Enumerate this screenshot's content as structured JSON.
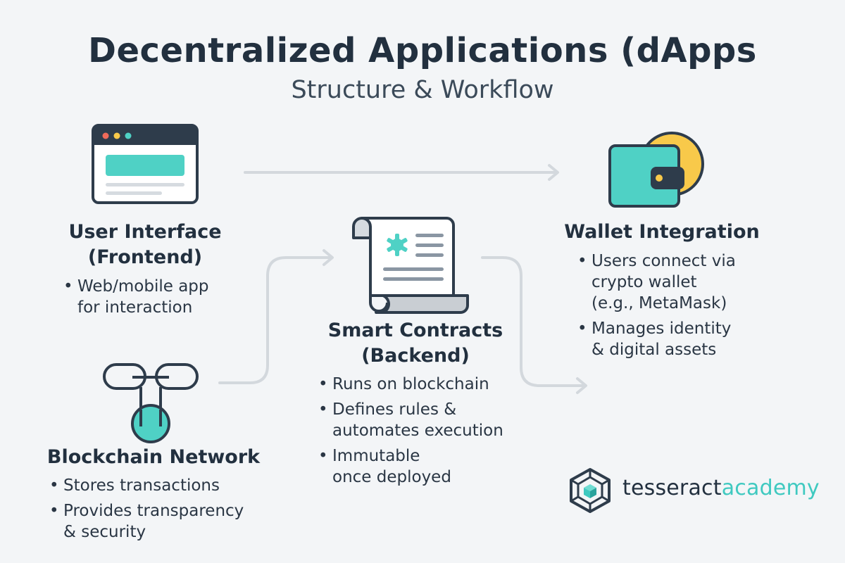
{
  "header": {
    "title": "Decentralized Applications (dApps",
    "subtitle": "Structure & Workflow"
  },
  "components": {
    "frontend": {
      "icon": "browser-window-icon",
      "heading_line1": "User Interface",
      "heading_line2": "(Frontend)",
      "bullets": [
        "Web/mobile app\nfor interaction"
      ]
    },
    "wallet": {
      "icon": "wallet-icon",
      "heading": "Wallet Integration",
      "bullets": [
        "Users connect via\ncrypto wallet\n(e.g., MetaMask)",
        "Manages identity\n& digital assets"
      ]
    },
    "contracts": {
      "icon": "contract-scroll-icon",
      "heading_line1": "Smart Contracts",
      "heading_line2": "(Backend)",
      "bullets": [
        "Runs on blockchain",
        "Defines rules &\nautomates execution",
        "Immutable\nonce deployed"
      ]
    },
    "blockchain": {
      "icon": "chain-links-icon",
      "heading": "Blockchain Network",
      "bullets": [
        "Stores transactions",
        "Provides transparency\n& security"
      ]
    }
  },
  "logo": {
    "icon": "tesseract-cube-icon",
    "word_dark": "tesseract",
    "word_accent": "academy"
  },
  "colors": {
    "background": "#f3f5f7",
    "dark": "#2e3c4b",
    "teal": "#4fd1c5",
    "yellow": "#f8c94a",
    "connector": "#d3d8dd"
  }
}
